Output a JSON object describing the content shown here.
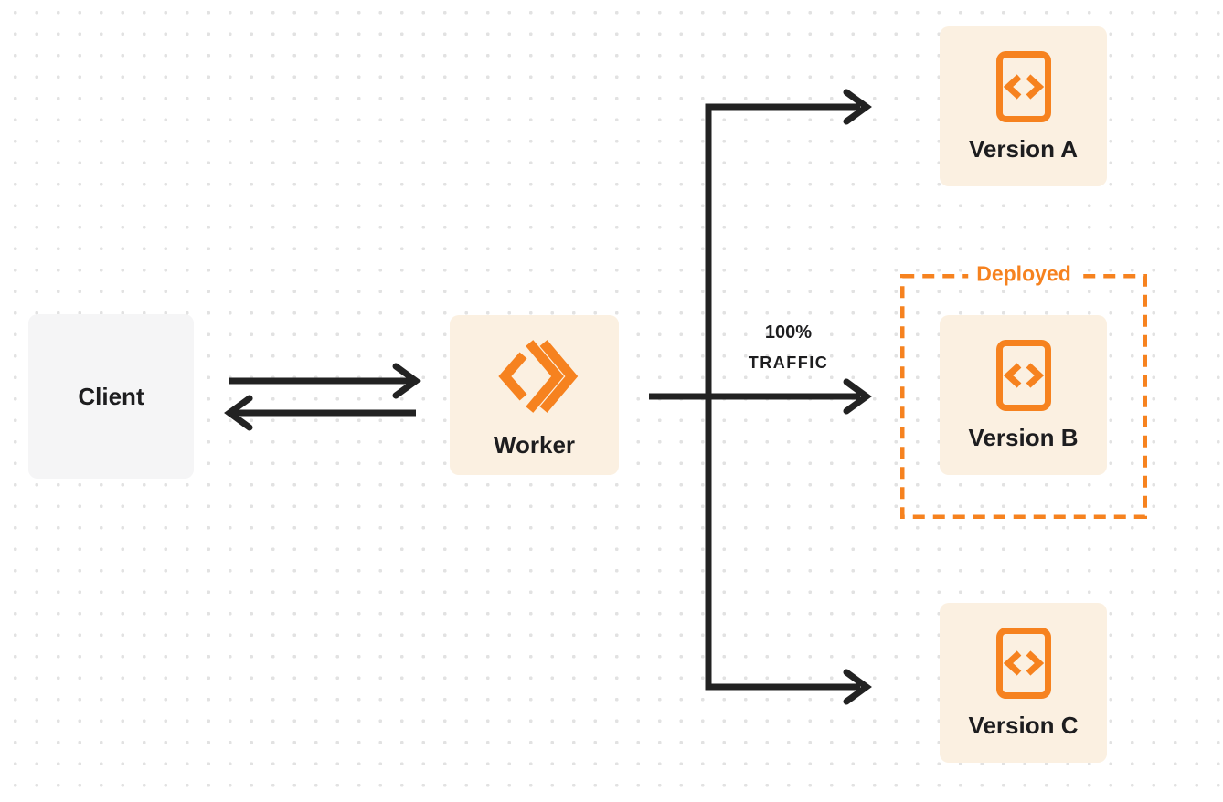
{
  "colors": {
    "accent_orange": "#F6821F",
    "node_cream": "#FBF0E1",
    "client_gray": "#F5F5F6",
    "ink": "#1D1D1F",
    "arrow": "#222222",
    "dot_grid": "#E2E2E2",
    "page_bg": "#FFFFFF"
  },
  "nodes": {
    "client": {
      "label": "Client"
    },
    "worker": {
      "label": "Worker",
      "icon": "workers-logo-icon"
    },
    "version_a": {
      "label": "Version A",
      "icon": "code-file-icon"
    },
    "version_b": {
      "label": "Version B",
      "icon": "code-file-icon"
    },
    "version_c": {
      "label": "Version C",
      "icon": "code-file-icon"
    }
  },
  "annotations": {
    "deployed_label": "Deployed",
    "traffic_line1": "100%",
    "traffic_line2": "TRAFFIC"
  }
}
